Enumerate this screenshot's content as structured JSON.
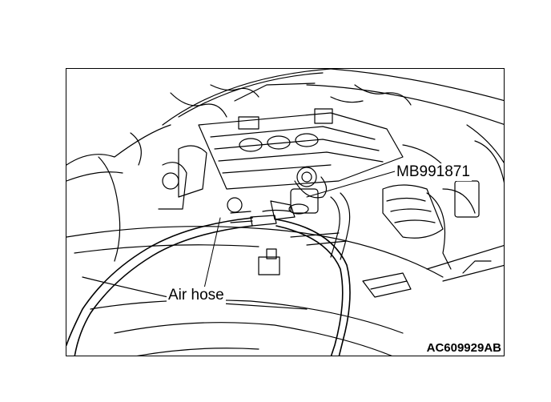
{
  "figure": {
    "callouts": {
      "special_tool": "MB991871",
      "air_hose": "Air hose"
    },
    "figure_id": "AC609929AB",
    "line_color": "#000000",
    "background_color": "#ffffff"
  }
}
